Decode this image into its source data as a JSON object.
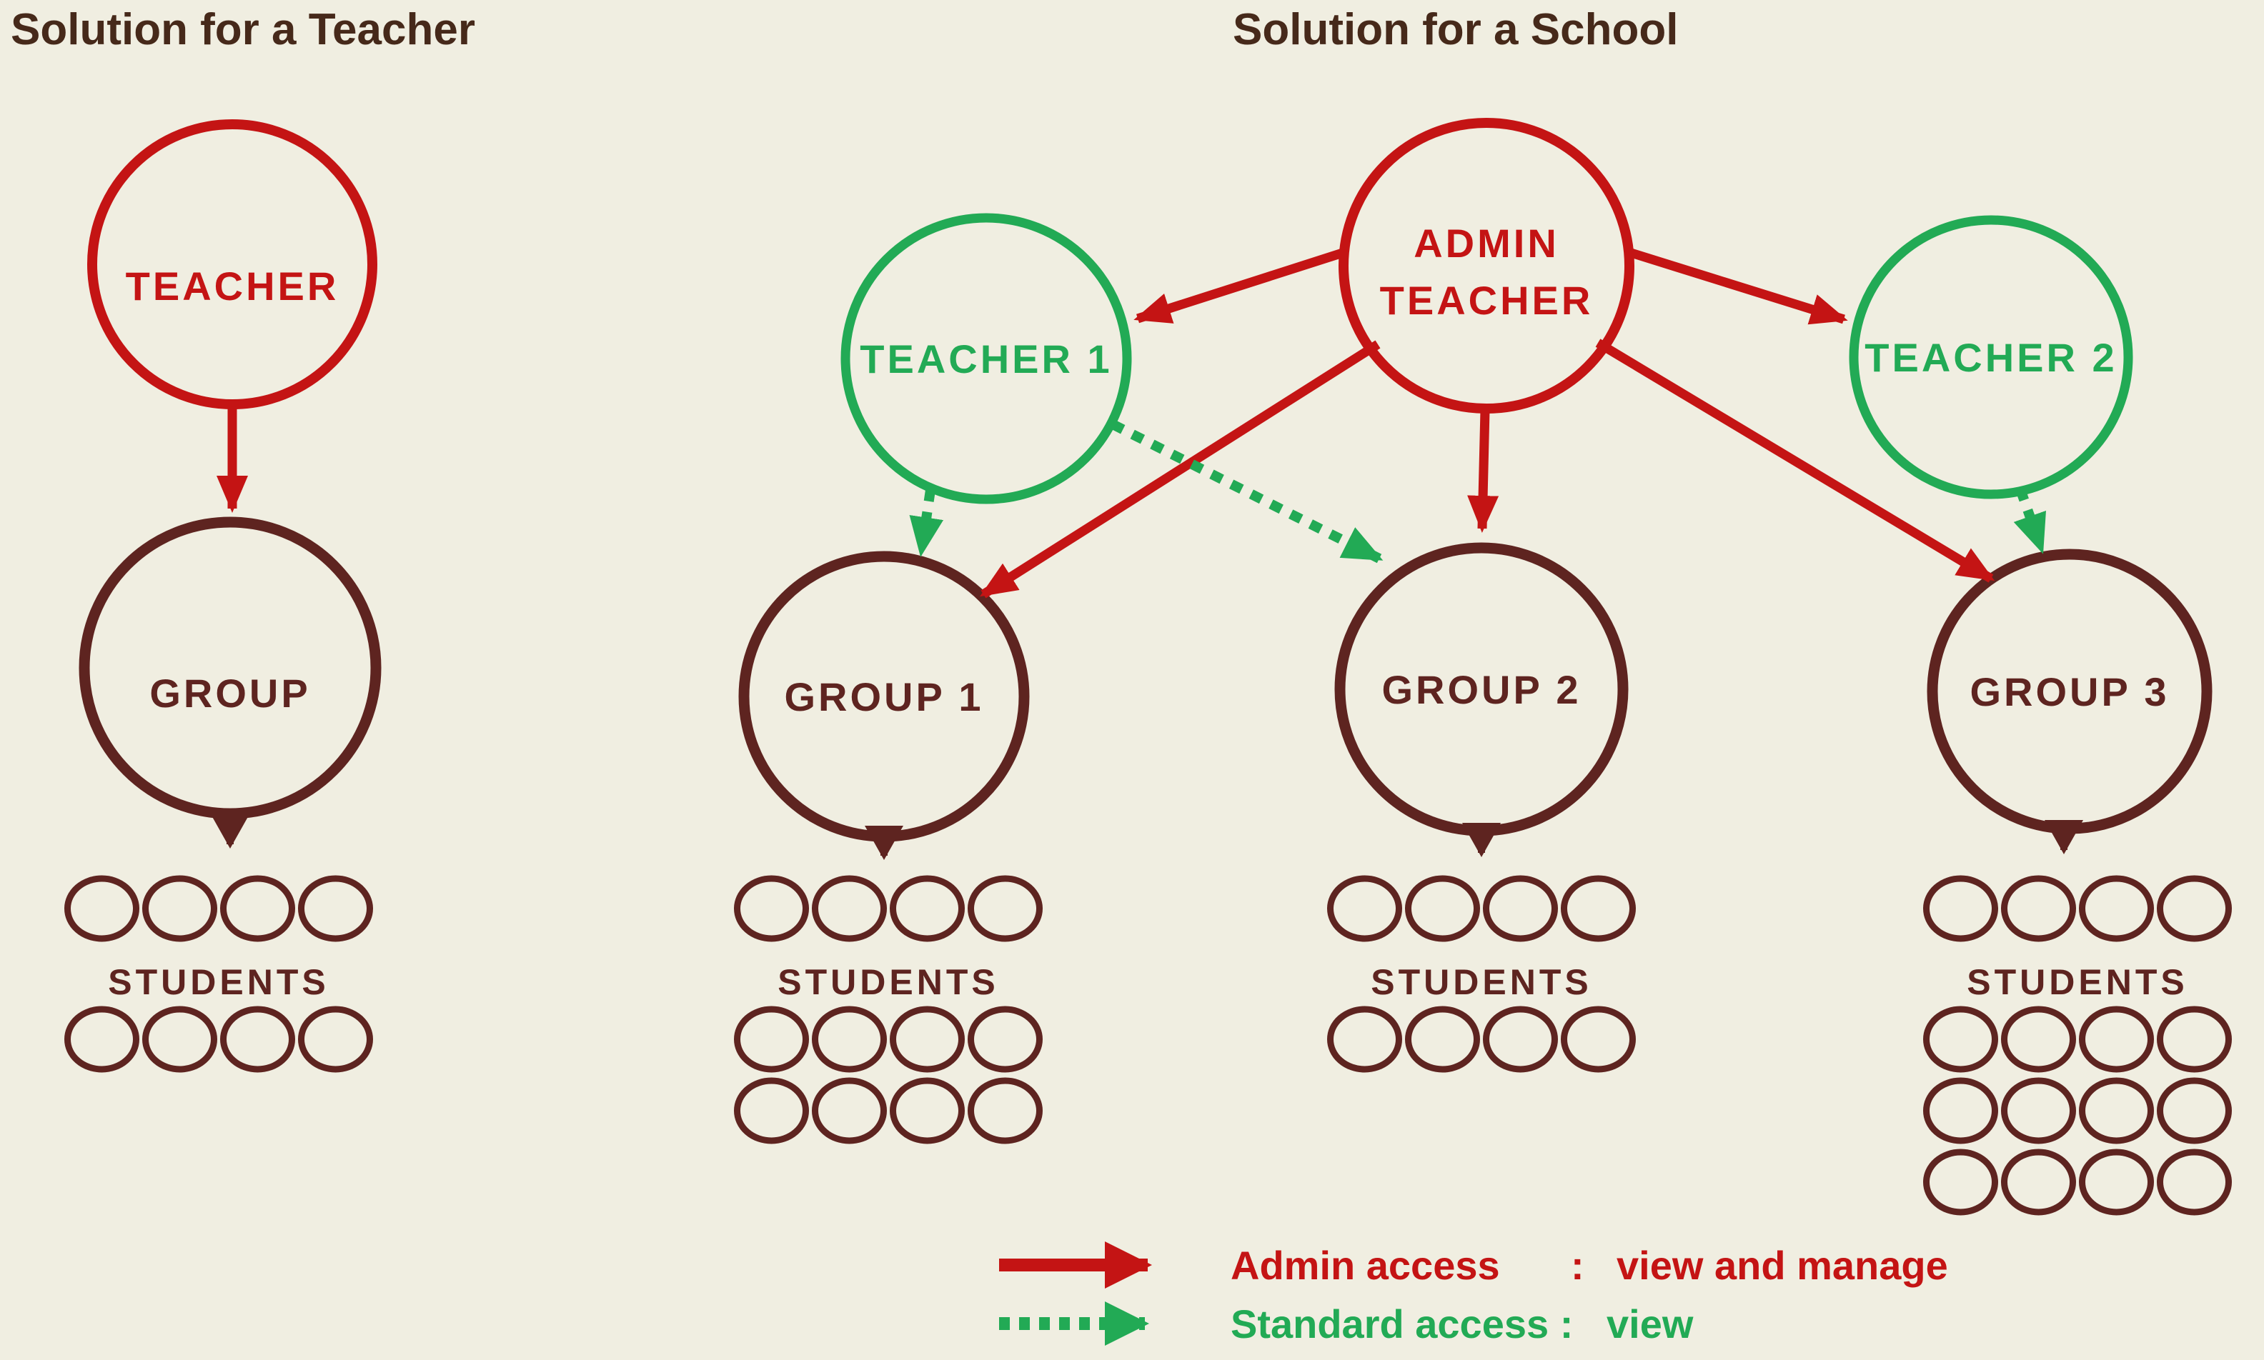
{
  "left_panel": {
    "title": "Solution for a Teacher",
    "teacher_label": "TEACHER",
    "group_label": "GROUP",
    "students_label": "STUDENTS",
    "student_rows": [
      4,
      4
    ]
  },
  "right_panel": {
    "title": "Solution for a School",
    "admin_label_line1": "ADMIN",
    "admin_label_line2": "TEACHER",
    "teacher1_label": "TEACHER 1",
    "teacher2_label": "TEACHER 2",
    "group1": {
      "label": "GROUP 1",
      "students_label": "STUDENTS",
      "student_rows": [
        4,
        4,
        4
      ]
    },
    "group2": {
      "label": "GROUP 2",
      "students_label": "STUDENTS",
      "student_rows": [
        4,
        4
      ]
    },
    "group3": {
      "label": "GROUP 3",
      "students_label": "STUDENTS",
      "student_rows": [
        4,
        4,
        4,
        4
      ]
    }
  },
  "legend": {
    "admin_label": "Admin access",
    "admin_separator": ":",
    "admin_description": "view and manage",
    "standard_label": "Standard access :",
    "standard_description": "view"
  },
  "colors": {
    "background": "#f0eee1",
    "red": "#c41414",
    "green": "#22aa55",
    "maroon": "#5e2420",
    "title_brown": "#46291a"
  }
}
